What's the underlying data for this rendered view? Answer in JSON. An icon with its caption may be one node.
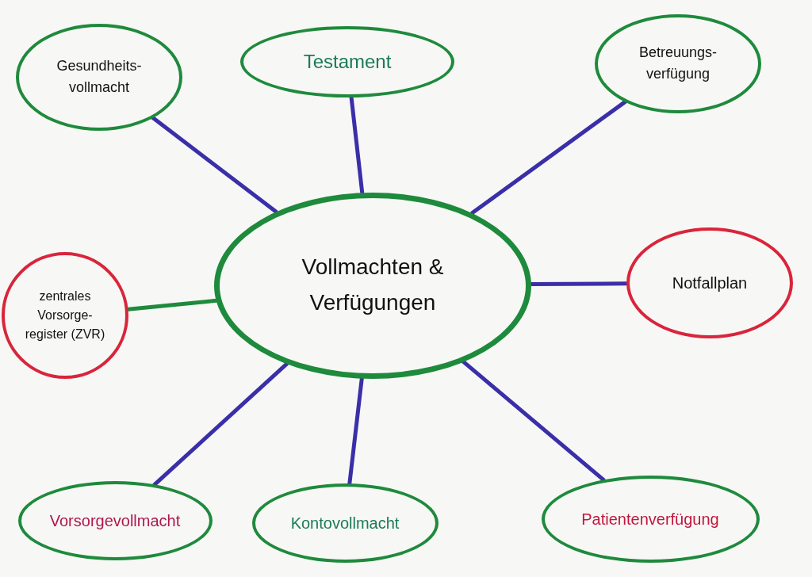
{
  "diagram": {
    "nodes": [
      {
        "text": [
          "Vollmachten & Verfügungen"
        ]
      },
      {
        "text": [
          "Gesundheits- vollmacht"
        ]
      },
      {
        "text": [
          "Testament"
        ]
      },
      {
        "text": [
          "Betreuungs- verfügung"
        ]
      },
      {
        "text": [
          "Notfallplan"
        ]
      },
      {
        "text": [
          "zentrales Vorsorge- register (ZVR)"
        ]
      },
      {
        "text": [
          "Vorsorgevollmacht"
        ]
      },
      {
        "text": [
          "Kontovollmacht"
        ]
      },
      {
        "text": [
          "Patientenverfügung"
        ]
      }
    ],
    "edges": [
      {
        "from": 0,
        "to": 1,
        "arrow": "none"
      },
      {
        "from": 0,
        "to": 2,
        "arrow": "none"
      },
      {
        "from": 0,
        "to": 3,
        "arrow": "none"
      },
      {
        "from": 0,
        "to": 4,
        "arrow": "none"
      },
      {
        "from": 0,
        "to": 5,
        "arrow": "none",
        "color": "#1e8a3c"
      },
      {
        "from": 0,
        "to": 6,
        "arrow": "none"
      },
      {
        "from": 0,
        "to": 7,
        "arrow": "none"
      },
      {
        "from": 0,
        "to": 8,
        "arrow": "none"
      }
    ]
  }
}
